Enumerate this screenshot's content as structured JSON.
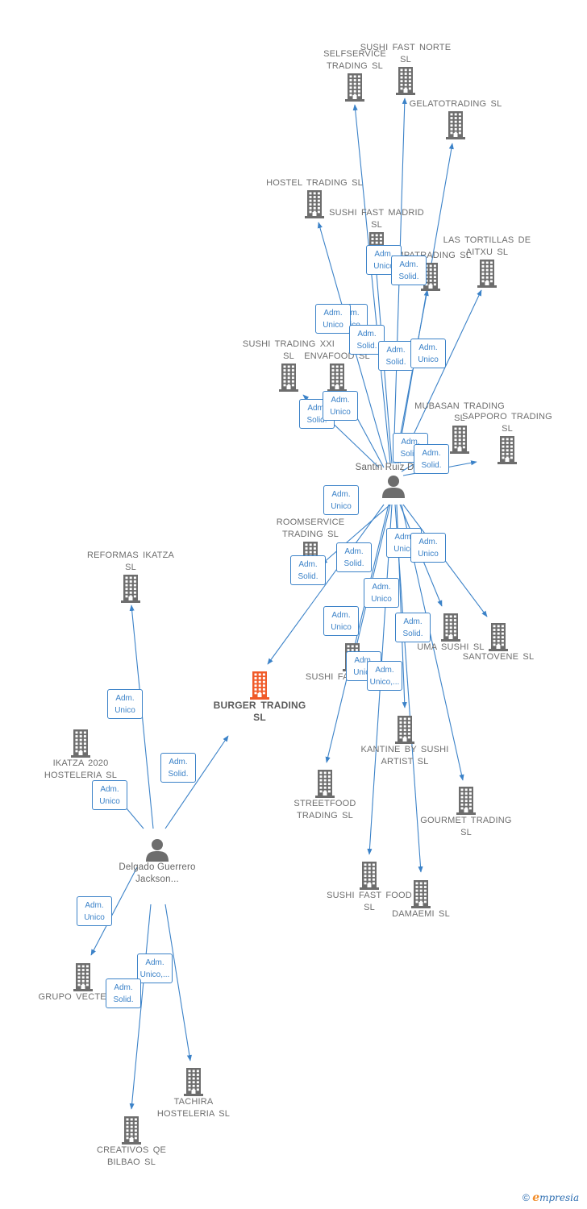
{
  "center": {
    "id": "burger",
    "label": "BURGER TRADING SL",
    "color": "#f05a28"
  },
  "people": [
    {
      "id": "santin",
      "label": "Santin Ruiz David"
    },
    {
      "id": "delgado",
      "label": "Delgado Guerrero Jackson..."
    }
  ],
  "companies": [
    {
      "id": "selfservice",
      "label": "SELFSERVICE TRADING SL"
    },
    {
      "id": "sushinorte",
      "label": "SUSHI FAST NORTE SL"
    },
    {
      "id": "gelato",
      "label": "GELATOTRADING SL"
    },
    {
      "id": "hostel",
      "label": "HOSTEL TRADING SL"
    },
    {
      "id": "sushimadrid",
      "label": "SUSHI FAST MADRID SL"
    },
    {
      "id": "empatrading",
      "label": "EMPATRADING SL"
    },
    {
      "id": "tortillas",
      "label": "LAS TORTILLAS DE AITXU SL"
    },
    {
      "id": "sushixxi",
      "label": "SUSHI TRADING XXI SL"
    },
    {
      "id": "envafood",
      "label": "ENVAFOOD SL"
    },
    {
      "id": "mubasan",
      "label": "MUBASAN TRADING SL"
    },
    {
      "id": "sapporo",
      "label": "SAPPORO TRADING SL"
    },
    {
      "id": "roomservice",
      "label": "ROOMSERVICE TRADING SL"
    },
    {
      "id": "reformas",
      "label": "REFORMAS IKATZA SL"
    },
    {
      "id": "ikatza2020",
      "label": "IKATZA 2020 HOSTELERIA SL"
    },
    {
      "id": "sushisur",
      "label": "SUSHI FAST SUR SL"
    },
    {
      "id": "umasushi",
      "label": "UMA SUSHI SL"
    },
    {
      "id": "santovene",
      "label": "SANTOVENE SL"
    },
    {
      "id": "kantine",
      "label": "KANTINE BY SUSHI ARTIST SL"
    },
    {
      "id": "streetfood",
      "label": "STREETFOOD TRADING SL"
    },
    {
      "id": "gourmet",
      "label": "GOURMET TRADING SL"
    },
    {
      "id": "sushifood",
      "label": "SUSHI FAST FOOD SL"
    },
    {
      "id": "damaemi",
      "label": "DAMAEMI SL"
    },
    {
      "id": "vectes",
      "label": "GRUPO VECTES SL"
    },
    {
      "id": "tachira",
      "label": "TACHIRA HOSTELERIA SL"
    },
    {
      "id": "creativos",
      "label": "CREATIVOS QE BILBAO SL"
    }
  ],
  "relations": [
    {
      "from": "santin",
      "to": "selfservice",
      "role": "Adm.\nUnico"
    },
    {
      "from": "santin",
      "to": "sushinorte",
      "role": "Adm.\nUnico"
    },
    {
      "from": "santin",
      "to": "gelato",
      "role": "Adm.\nSolid."
    },
    {
      "from": "santin",
      "to": "hostel",
      "role": "Adm.\nUnico"
    },
    {
      "from": "santin",
      "to": "sushimadrid",
      "role": "Adm.\nSolid."
    },
    {
      "from": "santin",
      "to": "empatrading",
      "role": "Adm.\nSolid."
    },
    {
      "from": "santin",
      "to": "tortillas",
      "role": "Adm.\nUnico"
    },
    {
      "from": "santin",
      "to": "sushixxi",
      "role": "Adm.\nSolid."
    },
    {
      "from": "santin",
      "to": "envafood",
      "role": "Adm.\nUnico"
    },
    {
      "from": "santin",
      "to": "mubasan",
      "role": "Adm.\nSolid."
    },
    {
      "from": "santin",
      "to": "sapporo",
      "role": "Adm.\nSolid."
    },
    {
      "from": "santin",
      "to": "roomservice",
      "role": "Adm.\nSolid."
    },
    {
      "from": "santin",
      "to": "burger",
      "role": "Adm.\nUnico"
    },
    {
      "from": "santin",
      "to": "umasushi",
      "role": "Adm.\nUnico"
    },
    {
      "from": "santin",
      "to": "santovene",
      "role": "Adm.\nUnico"
    },
    {
      "from": "santin",
      "to": "sushisur",
      "role": "Adm.\nSolid."
    },
    {
      "from": "santin",
      "to": "streetfood",
      "role": "Adm.\nUnico"
    },
    {
      "from": "santin",
      "to": "kantine",
      "role": "Adm.\nUnico"
    },
    {
      "from": "santin",
      "to": "gourmet",
      "role": "Adm.\nSolid."
    },
    {
      "from": "santin",
      "to": "sushifood",
      "role": "Adm.\nUnico"
    },
    {
      "from": "santin",
      "to": "damaemi",
      "role": "Adm.\nUnico,..."
    },
    {
      "from": "delgado",
      "to": "reformas",
      "role": "Adm.\nUnico"
    },
    {
      "from": "delgado",
      "to": "ikatza2020",
      "role": "Adm.\nUnico"
    },
    {
      "from": "delgado",
      "to": "burger",
      "role": "Adm.\nSolid."
    },
    {
      "from": "delgado",
      "to": "vectes",
      "role": "Adm.\nUnico"
    },
    {
      "from": "delgado",
      "to": "tachira",
      "role": "Adm.\nUnico,..."
    },
    {
      "from": "delgado",
      "to": "creativos",
      "role": "Adm.\nSolid."
    }
  ],
  "colors": {
    "edge": "#3b82c8",
    "company": "#6d6d6d",
    "person": "#6d6d6d",
    "highlight": "#f05a28"
  },
  "footer": {
    "copyright": "©",
    "brand_initial": "e",
    "brand_rest": "mpresia"
  }
}
